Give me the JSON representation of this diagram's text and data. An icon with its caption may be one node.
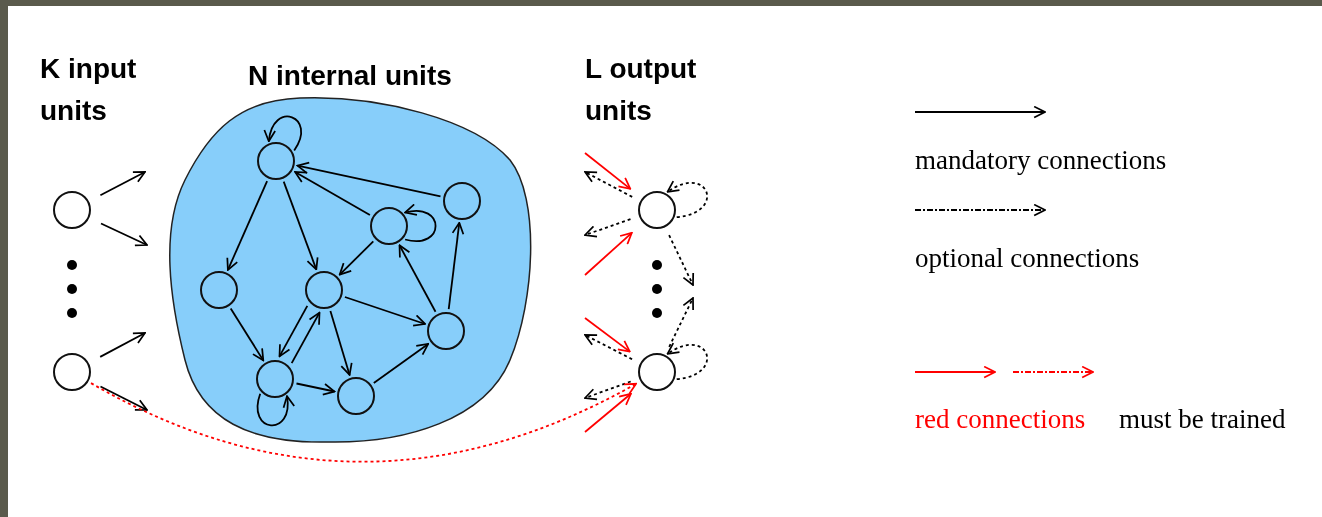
{
  "diagram": {
    "nodes": [
      {
        "text": [],
        "shape": "circle"
      },
      {
        "text": [],
        "shape": "circle"
      },
      {
        "text": [
          "N internal units"
        ]
      },
      {
        "text": [],
        "shape": "circle",
        "in": 2
      },
      {
        "text": [],
        "shape": "circle",
        "in": 2
      },
      {
        "text": [],
        "shape": "circle",
        "in": 2
      },
      {
        "text": [],
        "shape": "circle",
        "in": 2
      },
      {
        "text": [],
        "shape": "circle",
        "in": 2
      },
      {
        "text": [],
        "shape": "circle",
        "in": 2
      },
      {
        "text": [],
        "shape": "circle",
        "in": 2
      },
      {
        "text": [],
        "shape": "circle",
        "in": 2
      },
      {
        "text": [],
        "shape": "circle"
      },
      {
        "text": [],
        "shape": "circle"
      }
    ],
    "edges": [
      {
        "from": 0,
        "to": 2,
        "arrow": "to"
      },
      {
        "from": 0,
        "to": 2,
        "arrow": "to"
      },
      {
        "from": 1,
        "to": 2,
        "arrow": "to"
      },
      {
        "from": 1,
        "to": 2,
        "arrow": "to"
      },
      {
        "from": 3,
        "to": 3,
        "arrow": "to"
      },
      {
        "from": 3,
        "to": 6,
        "arrow": "to"
      },
      {
        "from": 3,
        "to": 7,
        "arrow": "to"
      },
      {
        "from": 4,
        "to": 3,
        "arrow": "to"
      },
      {
        "from": 5,
        "to": 3,
        "arrow": "to"
      },
      {
        "from": 5,
        "to": 5,
        "arrow": "to"
      },
      {
        "from": 5,
        "to": 7,
        "arrow": "to"
      },
      {
        "from": 6,
        "to": 9,
        "arrow": "to"
      },
      {
        "from": 7,
        "to": 9,
        "arrow": "to"
      },
      {
        "from": 9,
        "to": 7,
        "arrow": "to"
      },
      {
        "from": 7,
        "to": 10,
        "arrow": "to"
      },
      {
        "from": 7,
        "to": 8,
        "arrow": "to"
      },
      {
        "from": 9,
        "to": 10,
        "arrow": "to"
      },
      {
        "from": 9,
        "to": 9,
        "arrow": "to"
      },
      {
        "from": 10,
        "to": 8,
        "arrow": "to"
      },
      {
        "from": 8,
        "to": 5,
        "arrow": "to"
      },
      {
        "from": 8,
        "to": 4,
        "arrow": "to"
      },
      {
        "from": null,
        "to": 11,
        "arrow": "to",
        "color": "#ff0000"
      },
      {
        "from": 11,
        "to": null,
        "arrow": "to",
        "style": "dashed"
      },
      {
        "from": 11,
        "to": null,
        "arrow": "to",
        "style": "dashed"
      },
      {
        "from": null,
        "to": 11,
        "arrow": "to",
        "color": "#ff0000"
      },
      {
        "from": 11,
        "to": 11,
        "arrow": "to",
        "style": "dashed"
      },
      {
        "from": 11,
        "to": null,
        "arrow": "to",
        "style": "dashed"
      },
      {
        "from": null,
        "to": 12,
        "arrow": "to",
        "color": "#ff0000"
      },
      {
        "from": 12,
        "to": null,
        "arrow": "to",
        "style": "dashed"
      },
      {
        "from": 12,
        "to": null,
        "arrow": "to",
        "style": "dashed"
      },
      {
        "from": null,
        "to": 12,
        "arrow": "to",
        "color": "#ff0000"
      },
      {
        "from": 12,
        "to": 12,
        "arrow": "to",
        "style": "dashed"
      },
      {
        "from": 12,
        "to": null,
        "arrow": "to",
        "style": "dashed"
      },
      {
        "from": 1,
        "to": 12,
        "arrow": "to",
        "style": "dashed",
        "color": "#ff0000"
      }
    ],
    "labels": [
      "K input units",
      "L output units",
      "must be trained"
    ],
    "legend": [
      {
        "text": "mandatory connections"
      },
      {
        "text": "optional connections"
      },
      {
        "text": "red connections",
        "color": "#ff0000"
      }
    ]
  }
}
